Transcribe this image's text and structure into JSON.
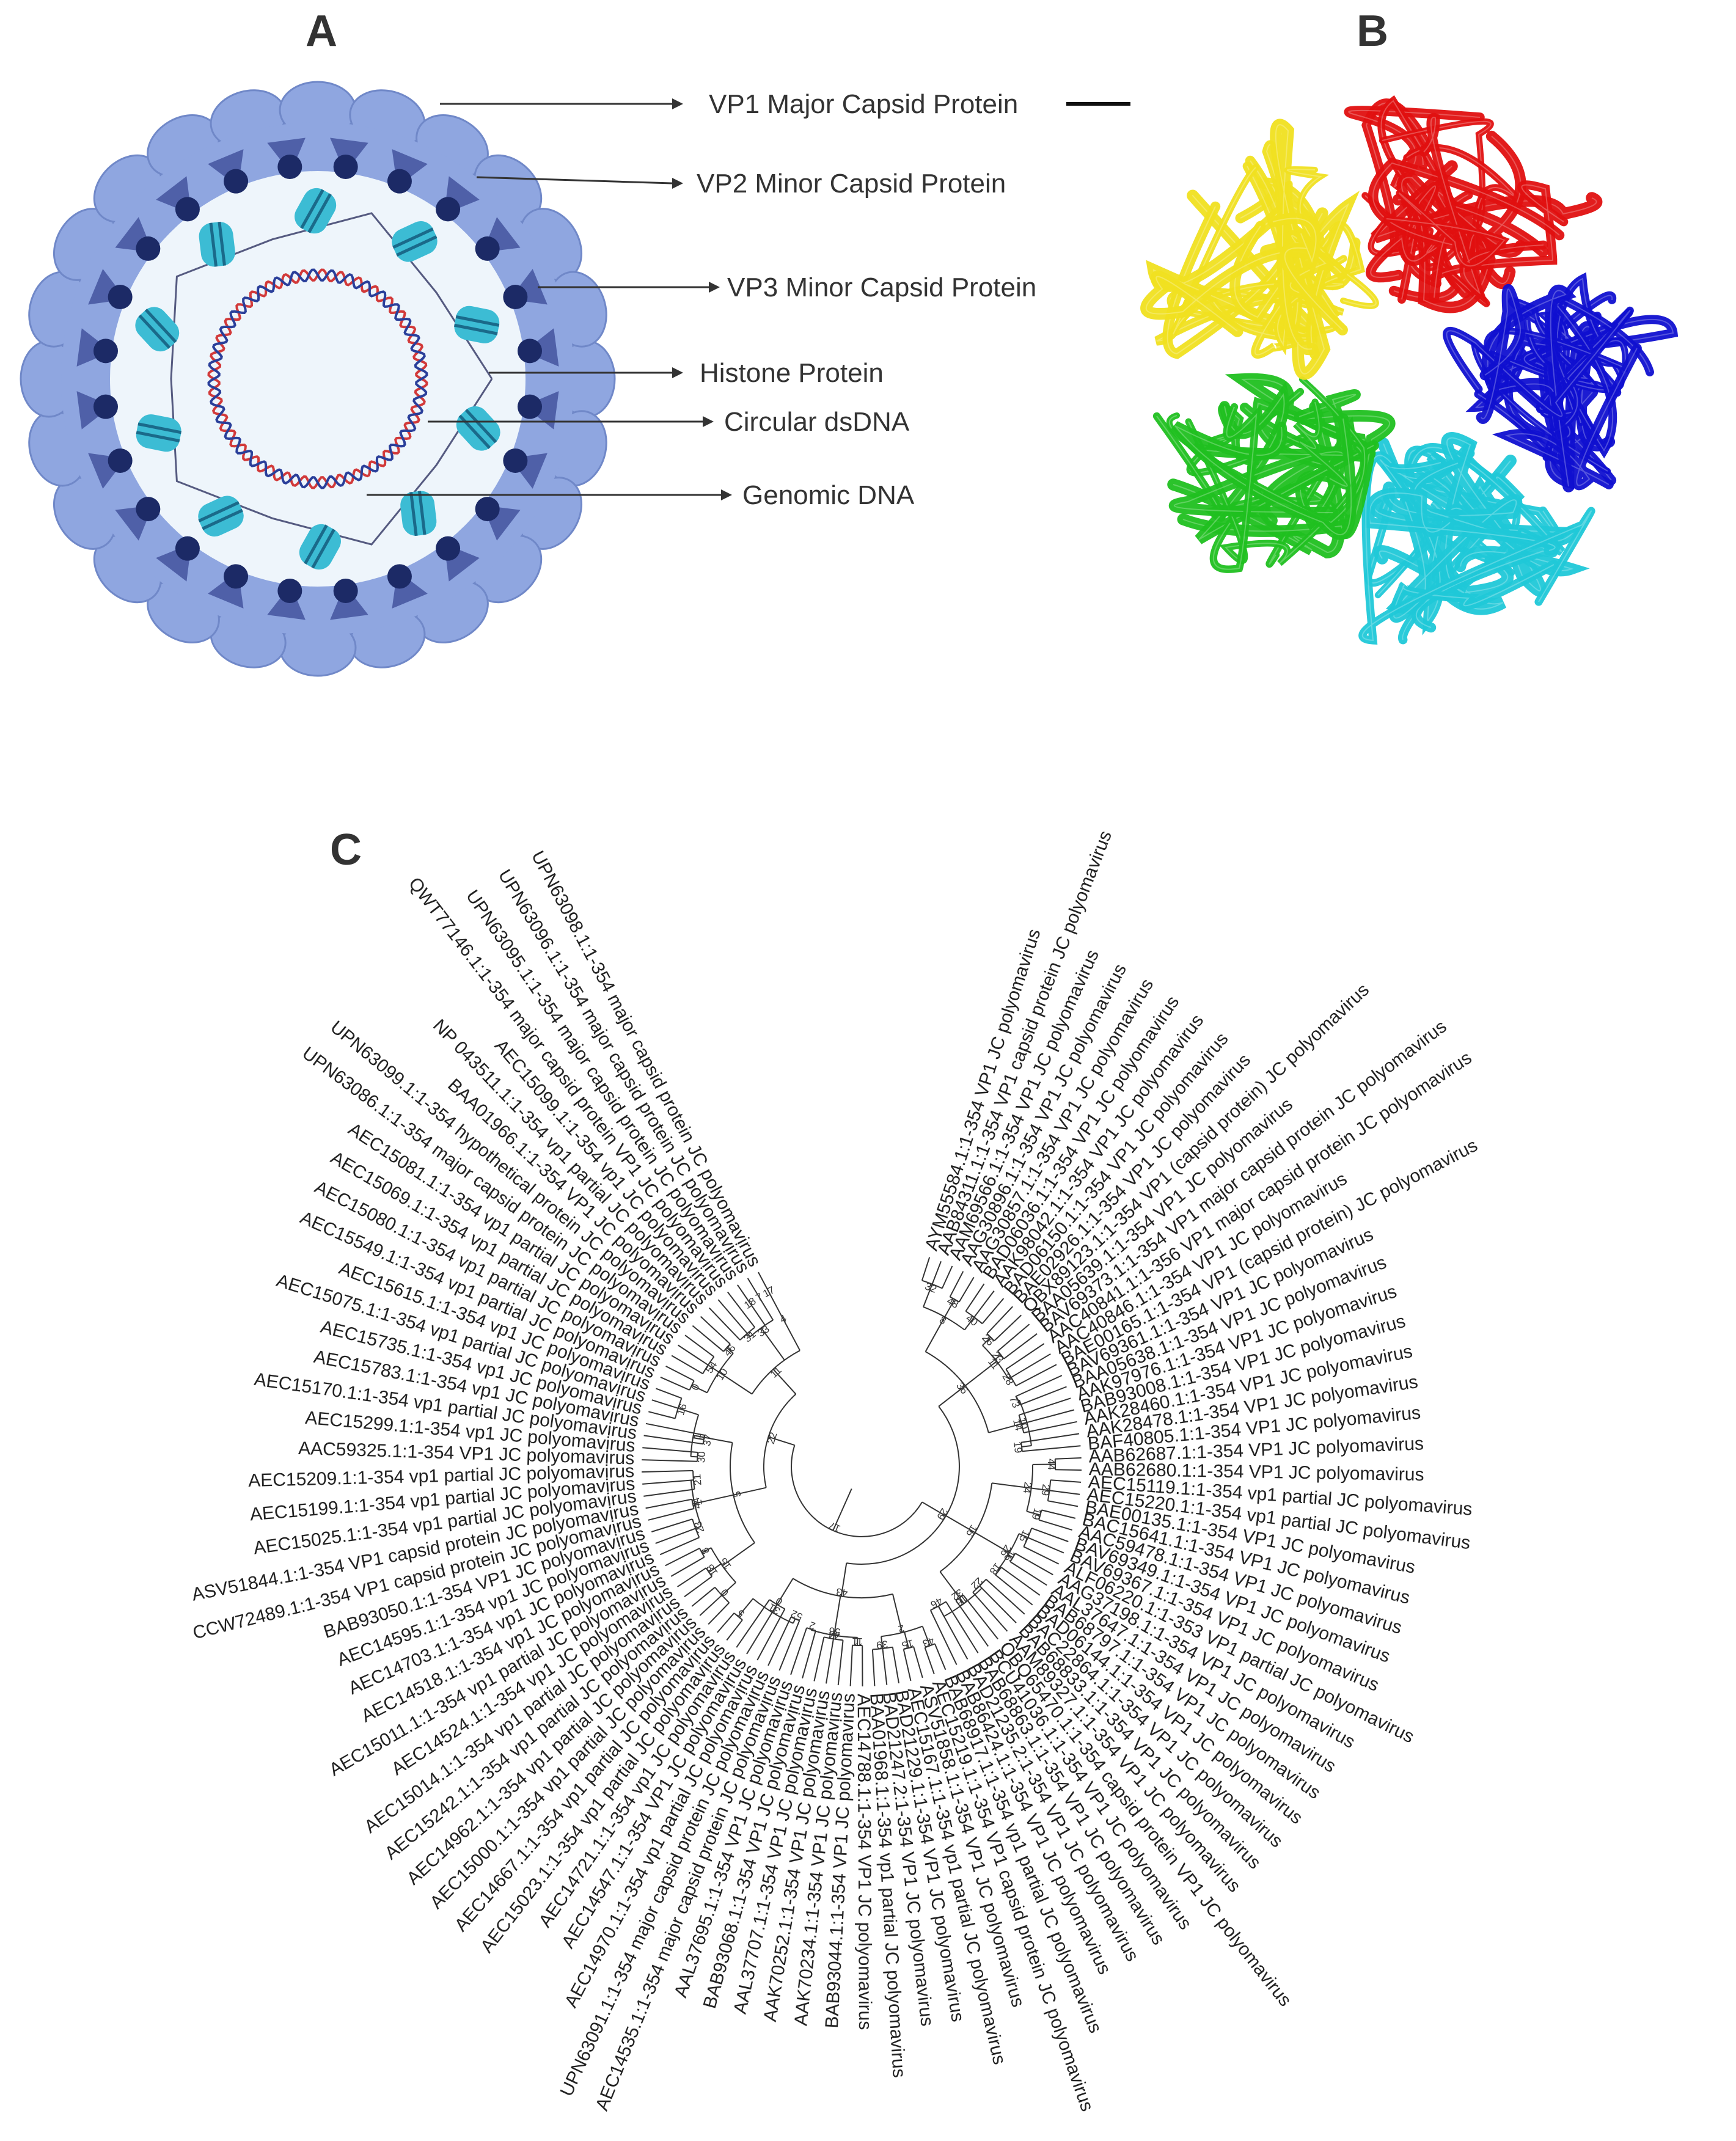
{
  "panels": {
    "a": "A",
    "b": "B",
    "c": "C"
  },
  "callouts": [
    "VP1 Major Capsid Protein",
    "VP2 Minor Capsid Protein",
    "VP3 Minor Capsid Protein",
    "Histone Protein",
    "Circular dsDNA",
    "Genomic DNA"
  ],
  "structure_colors": {
    "chain1": "#e01010",
    "chain2": "#1010d0",
    "chain3": "#20c8d8",
    "chain4": "#20c020",
    "chain5": "#f0e020"
  },
  "capsid_colors": {
    "vp1": "#8fa6e0",
    "vp1_dark": "#7088c8",
    "vp2": "#3e4f9a",
    "vp3": "#1c2a66",
    "histone": "#3cbcd4",
    "dna_red": "#d23a3a",
    "dna_blue": "#2a3f9a"
  },
  "tree": {
    "leaves": [
      "AYM55584.1:1-354 VP1 JC polyomavirus",
      "AAB84311.1:1-354 VP1 capsid protein JC polyomavirus",
      "AAM69566.1:1-354 VP1 JC polyomavirus",
      "AAG30896.1:1-354 VP1 JC polyomavirus",
      "AAG30857.1:1-354 VP1 JC polyomavirus",
      "BAD06036.1:1-354 VP1 JC polyomavirus",
      "AAK98042.1:1-354 VP1 JC polyomavirus",
      "BAD06150.1:1-354 VP1 JC polyomavirus",
      "BAE02926.1:1-354 VP1 JC polyomavirus",
      "QBX89123.1:1-354 VP1 (capsid protein) JC polyomavirus",
      "BAA05639.1:1-354 VP1 JC polyomavirus",
      "BAV69373.1:1-354 VP1 major capsid protein JC polyomavirus",
      "AAC40841.1:1-356 VP1 major capsid protein JC polyomavirus",
      "AAC40846.1:1-354 VP1 JC polyomavirus",
      "BAE00165.1:1-354 VP1 (capsid protein) JC polyomavirus",
      "BAV69361.1:1-354 VP1 JC polyomavirus",
      "BAA05638.1:1-354 VP1 JC polyomavirus",
      "AAK97976.1:1-354 VP1 JC polyomavirus",
      "BAB93008.1:1-354 VP1 JC polyomavirus",
      "AAK28460.1:1-354 VP1 JC polyomavirus",
      "AAK28478.1:1-354 VP1 JC polyomavirus",
      "BAF40805.1:1-354 VP1 JC polyomavirus",
      "AAB62687.1:1-354 VP1 JC polyomavirus",
      "AAB62680.1:1-354 VP1 JC polyomavirus",
      "AEC15119.1:1-354 vp1 partial JC polyomavirus",
      "AEC15220.1:1-354 vp1 partial JC polyomavirus",
      "BAE00135.1:1-354 VP1 JC polyomavirus",
      "BAC15641.1:1-354 VP1 JC polyomavirus",
      "AAC59478.1:1-354 VP1 JC polyomavirus",
      "BAV69349.1:1-354 VP1 JC polyomavirus",
      "BAV69367.1:1-354 VP1 JC polyomavirus",
      "ALF06220.1:1-353 VP1 partial JC polyomavirus",
      "AAG37198.1:1-354 VP1 JC polyomavirus",
      "AAL37647.1:1-354 VP1 JC polyomavirus",
      "BAB68797.1:1-354 VP1 JC polyomavirus",
      "BAD06144.1:1-354 VP1 JC polyomavirus",
      "BAC22864.1:1-354 VP1 JC polyomavirus",
      "BAB68833.1:1-354 VP1 JC polyomavirus",
      "AAM89327.1:1-354 VP1 JC polyomavirus",
      "QBQ65470.1:1-354 capsid protein VP1 JC polyomavirus",
      "BCU41036.1:1-354 VP1 JC polyomavirus",
      "BAB68863.1:1-354 VP1 JC polyomavirus",
      "BAD21235.2:1-354 VP1 JC polyomavirus",
      "BAB86424.1:1-354 VP1 JC polyomavirus",
      "BAB68917.1:1-354 vp1 partial JC polyomavirus",
      "AEC15219.1:1-354 VP1 capsid protein JC polyomavirus",
      "ASV51858.1:1-354 VP1 JC polyomavirus",
      "AEC15167.1:1-354 vp1 partial JC polyomavirus",
      "BAD21229.1:1-354 VP1 JC polyomavirus",
      "BAD21247.2:1-354 VP1 JC polyomavirus",
      "BAA01968.1:1-354 vp1 partial JC polyomavirus",
      "AEC14788.1:1-354 VP1 JC polyomavirus",
      "BAB93044.1:1-354 VP1 JC polyomavirus",
      "AAK70234.1:1-354 VP1 JC polyomavirus",
      "AAK70252.1:1-354 VP1 JC polyomavirus",
      "AAL37707.1:1-354 VP1 JC polyomavirus",
      "BAB93068.1:1-354 VP1 JC polyomavirus",
      "AAL37695.1:1-354 VP1 JC polyomavirus",
      "AEC14535.1:1-354 major capsid protein JC polyomavirus",
      "UPN63091.1:1-354 major capsid protein JC polyomavirus",
      "AEC14970.1:1-354 vp1 partial JC polyomavirus",
      "AEC14547.1:1-354 VP1 JC polyomavirus",
      "AEC14721.1:1-354 vp1 JC polyomavirus",
      "AEC15023.1:1-354 vp1 partial JC polyomavirus",
      "AEC14667.1:1-354 vp1 partial JC polyomavirus",
      "AEC15000.1:1-354 vp1 partial JC polyomavirus",
      "AEC14962.1:1-354 vp1 partial JC polyomavirus",
      "AEC15242.1:1-354 vp1 partial JC polyomavirus",
      "AEC15014.1:1-354 vp1 partial JC polyomavirus",
      "AEC14524.1:1-354 vp1 JC polyomavirus",
      "AEC15011.1:1-354 vp1 partial JC polyomavirus",
      "AEC14518.1:1-354 vp1 JC polyomavirus",
      "AEC14703.1:1-354 vp1 JC polyomavirus",
      "AEC14595.1:1-354 vp1 JC polyomavirus",
      "BAB93050.1:1-354 VP1 JC polyomavirus",
      "CCW72489.1:1-354 VP1 capsid protein JC polyomavirus",
      "ASV51844.1:1-354 VP1 capsid protein JC polyomavirus",
      "AEC15025.1:1-354 vp1 partial JC polyomavirus",
      "AEC15199.1:1-354 vp1 partial JC polyomavirus",
      "AEC15209.1:1-354 vp1 partial JC polyomavirus",
      "AAC59325.1:1-354 VP1 JC polyomavirus",
      "AEC15299.1:1-354 vp1 JC polyomavirus",
      "AEC15170.1:1-354 vp1 partial JC polyomavirus",
      "AEC15783.1:1-354 vp1 JC polyomavirus",
      "AEC15735.1:1-354 vp1 JC polyomavirus",
      "AEC15075.1:1-354 vp1 partial JC polyomavirus",
      "AEC15615.1:1-354 vp1 JC polyomavirus",
      "AEC15549.1:1-354 vp1 partial JC polyomavirus",
      "AEC15080.1:1-354 vp1 partial JC polyomavirus",
      "AEC15069.1:1-354 vp1 partial JC polyomavirus",
      "AEC15081.1:1-354 vp1 partial JC polyomavirus",
      "UPN63086.1:1-354 major capsid protein JC polyomavirus",
      "UPN63099.1:1-354 hypothetical protein JC polyomavirus",
      "BAA01966.1:1-354 VP1 JC polyomavirus",
      "NP 043511.1:1-354 vp1 partial JC polyomavirus",
      "AEC15099.1:1-354 vp1 JC polyomavirus",
      "QWT77146.1:1-354 major capsid protein VP1 JC polyomavirus",
      "UPN63095.1:1-354 major capsid protein JC polyomavirus",
      "UPN63096.1:1-354 major capsid protein JC polyomavirus",
      "UPN63098.1:1-354 major capsid protein JC polyomavirus"
    ],
    "bootstrap": [
      "32",
      "48",
      "40",
      "26",
      "23",
      "28",
      "73",
      "14",
      "19",
      "44",
      "29",
      "19",
      "15",
      "16",
      "18",
      "22",
      "32",
      "46",
      "43",
      "15",
      "39",
      "11",
      "44",
      "2",
      "52",
      "0",
      "5",
      "0",
      "18",
      "8",
      "23",
      "44",
      "21",
      "30",
      "37",
      "16",
      "0",
      "54",
      "46",
      "31",
      "18",
      "7",
      "17",
      "8",
      "11",
      "10",
      "24",
      "26",
      "16",
      "2",
      "56",
      "31",
      "15",
      "1",
      "1",
      "10",
      "33",
      "4",
      "36",
      "16",
      "43",
      "5",
      "11",
      "29",
      "22",
      "17",
      "14",
      "36",
      "63",
      "67",
      "45",
      "0",
      "1",
      "3",
      "13",
      "1",
      "0",
      "0",
      "25",
      "2"
    ]
  }
}
